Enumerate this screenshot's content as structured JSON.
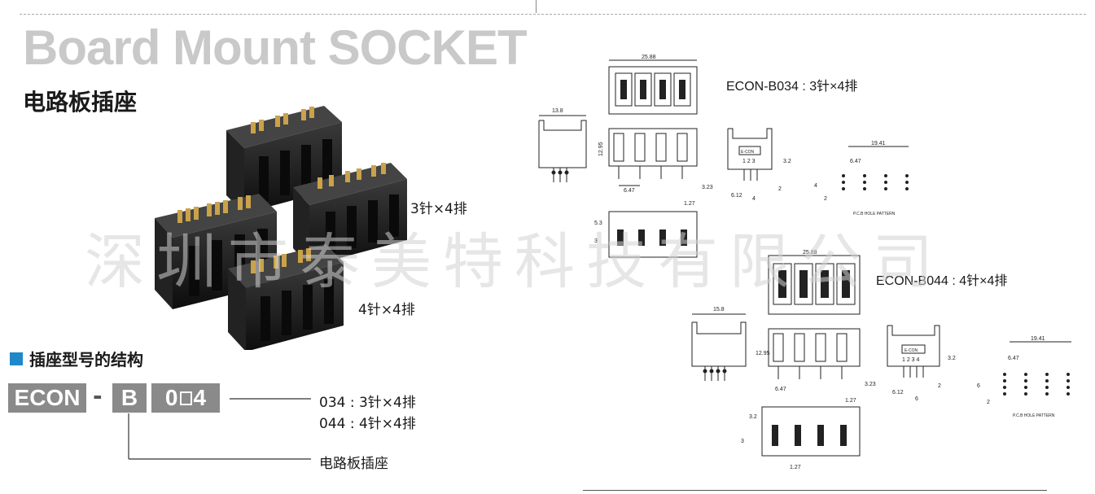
{
  "header": {
    "title_en": "Board Mount SOCKET",
    "title_cn": "电路板插座"
  },
  "photo_labels": {
    "top": "3针×4排",
    "bottom": "4针×4排"
  },
  "structure": {
    "heading": "插座型号的结构",
    "code_parts": [
      "ECON",
      "B",
      "0",
      "4"
    ],
    "separator": "-",
    "option_1": "034 : 3针×4排",
    "option_2": "044 : 4针×4排",
    "type_label": "电路板插座"
  },
  "watermark": "深圳市泰美特科技有限公司",
  "drawing_1": {
    "model": "ECON-B034 : 3针×4排",
    "dims": {
      "width": "25.88",
      "depth": "13.8",
      "height": "12.95",
      "pitch": "6.47",
      "offset": "3.23",
      "pin_pitch": "1.27",
      "row": "5.3",
      "gap": "3",
      "side_a": "6.12",
      "side_b": "4",
      "side_c": "2",
      "top_c": "3.2",
      "pcb_w": "19.41",
      "pcb_p": "6.47",
      "pcb_r": "4",
      "pcb_s": "2"
    },
    "label_chip": "E-CON",
    "pins": "1 2 3",
    "pcb_caption": "P.C.B HOLE PATTERN"
  },
  "drawing_2": {
    "model": "ECON-B044 : 4针×4排",
    "dims": {
      "width": "25.88",
      "depth": "15.8",
      "height": "12.95",
      "pitch": "6.47",
      "offset": "3.23",
      "pin_pitch": "1.27",
      "row": "3.2",
      "gap": "3",
      "side_a": "6.12",
      "side_b": "6",
      "side_c": "2",
      "top_c": "3.2",
      "pcb_w": "19.41",
      "pcb_p": "6.47",
      "pcb_r": "6",
      "pcb_s": "2"
    },
    "label_chip": "E-CON",
    "pins": "1 2 3 4",
    "pcb_caption": "P.C.B HOLE PATTERN"
  },
  "colors": {
    "accent": "#1e88c8",
    "code_box": "#8a8a8a",
    "title_gray": "#c9c9c9"
  }
}
